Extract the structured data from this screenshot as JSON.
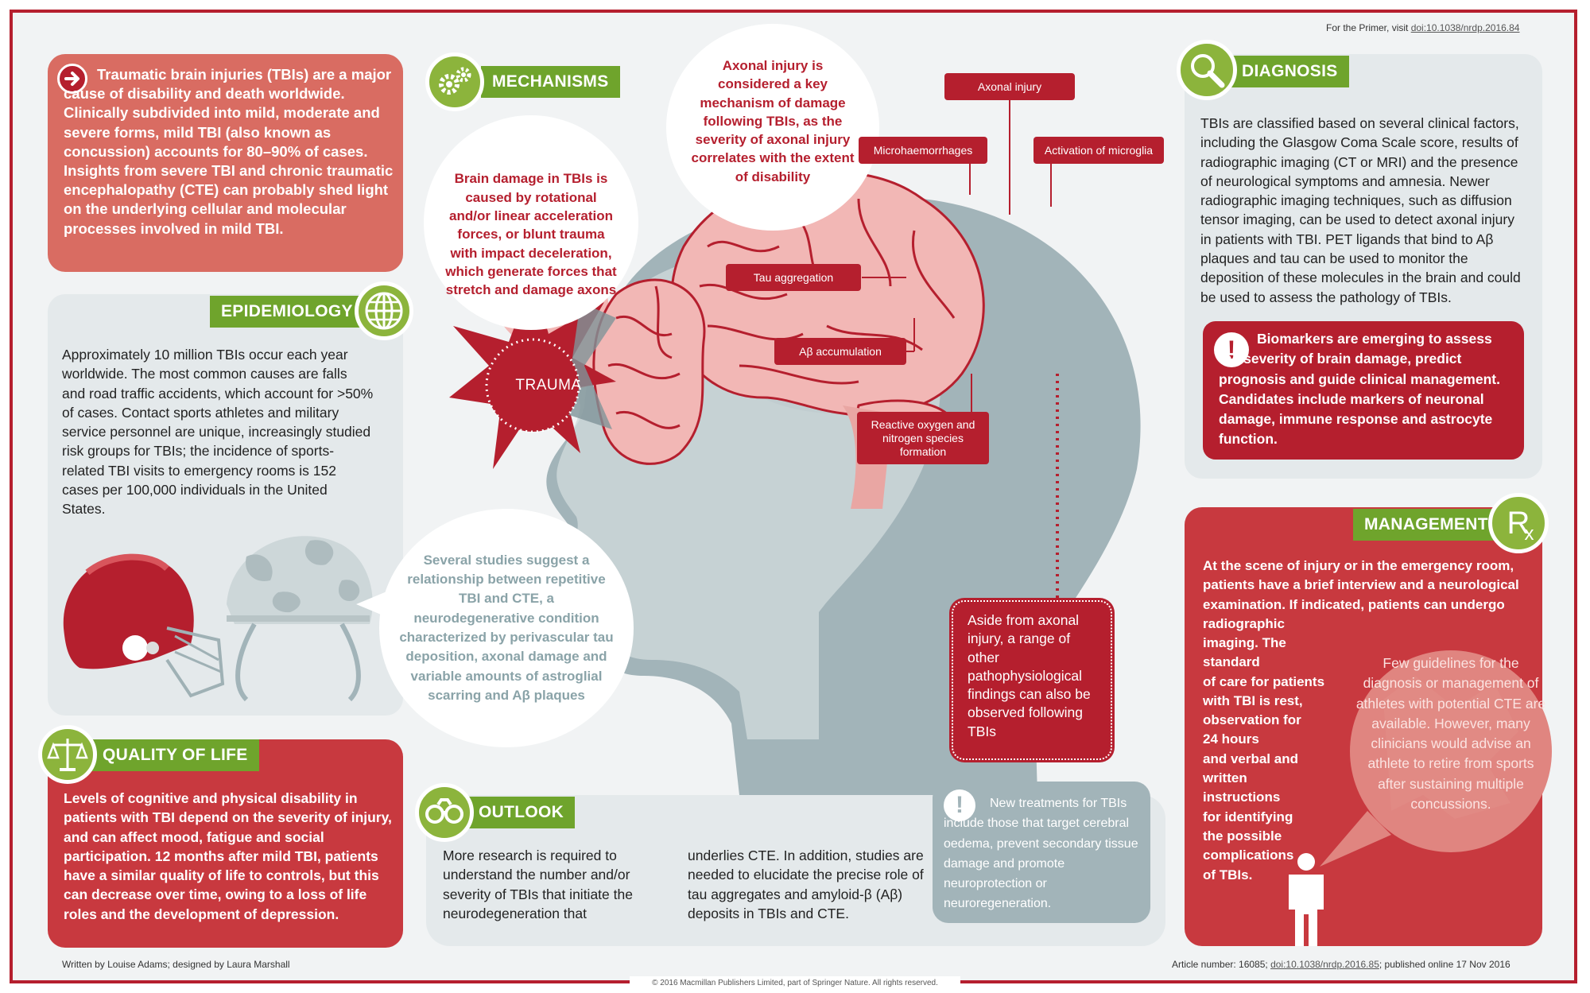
{
  "primer_link": {
    "prefix": "For the Primer, visit ",
    "link": "doi:10.1038/nrdp.2016.84"
  },
  "intro": {
    "text": "Traumatic brain injuries (TBIs) are a major cause of disability and death worldwide. Clinically subdivided into mild, moderate and severe forms, mild TBI (also known as concussion) accounts for 80–90% of cases. Insights from severe TBI and chronic traumatic encephalopathy (CTE) can probably shed light on the underlying cellular and molecular processes involved in mild TBI."
  },
  "epidemiology": {
    "title": "EPIDEMIOLOGY",
    "text": "Approximately 10 million TBIs occur each year worldwide. The most common causes are falls and road traffic accidents, which account for >50% of cases. Contact sports athletes and military service personnel are unique, increasingly studied risk groups for TBIs; the incidence of sports-related TBI visits to emergency rooms is 152 cases per 100,000 individuals in the United States."
  },
  "quality": {
    "title": "QUALITY OF LIFE",
    "text": "Levels of cognitive and physical disability in patients with TBI depend on the severity of injury, and can affect mood, fatigue and social participation. 12 months after mild TBI, patients have a similar quality of life to controls, but this can decrease over time, owing to a loss of life roles and the development of depression."
  },
  "mechanisms": {
    "title": "MECHANISMS",
    "bubble1": "Brain damage in TBIs is caused by rotational and/or linear acceleration forces, or blunt trauma with impact deceleration, which generate forces that stretch and damage axons",
    "bubble2": "Axonal injury is considered a key mechanism of damage following TBIs, as the severity of axonal injury correlates with the extent of disability",
    "trauma": "TRAUMA",
    "cte_bubble": "Several studies suggest a relationship between repetitive TBI and CTE, a neurodegenerative condition characterized by perivascular tau deposition, axonal damage and variable amounts of astroglial scarring and Aβ plaques",
    "callouts": {
      "axonal": "Axonal injury",
      "microhaem": "Microhaemorrhages",
      "microglia": "Activation of microglia",
      "tau": "Tau aggregation",
      "abeta": "Aβ accumulation",
      "ros": "Reactive oxygen and nitrogen species formation"
    },
    "aside": "Aside from axonal injury, a range of other pathophysiological findings can also be observed following TBIs"
  },
  "outlook": {
    "title": "OUTLOOK",
    "col1": "More research is required to understand the number and/or severity of TBIs that initiate the neurodegeneration that",
    "col2": "underlies CTE. In addition, studies are needed to elucidate the precise role of tau aggregates and amyloid-β (Aβ) deposits in TBIs and CTE.",
    "note": "New treatments for TBIs include those that target cerebral oedema, prevent secondary tissue damage and promote neuroprotection or neuroregeneration."
  },
  "diagnosis": {
    "title": "DIAGNOSIS",
    "text": "TBIs are classified based on several clinical factors, including the Glasgow Coma Scale score, results of radiographic imaging (CT or MRI) and the presence of neurological symptoms and amnesia. Newer radiographic imaging techniques, such as diffusion tensor imaging, can be used to detect axonal injury in patients with TBI. PET ligands that bind to Aβ plaques and tau can be used to monitor the deposition of these molecules in the brain and could be used to assess the pathology of TBIs.",
    "biomarkers": "Biomarkers are emerging to assess the severity of brain damage, predict prognosis and guide clinical management. Candidates include markers of neuronal damage, immune response and astrocyte function."
  },
  "management": {
    "title": "MANAGEMENT",
    "rx": "R",
    "text_top": "At the scene of injury or in the emergency room, patients have a brief interview and a neurological examination. If indicated, patients can undergo radiographic",
    "text_lines": [
      "imaging. The standard",
      "of care for patients",
      "with TBI is rest,",
      "observation for",
      "24 hours",
      "and verbal and",
      "written",
      "instructions",
      "for identifying",
      "the possible",
      "complications",
      "of TBIs."
    ],
    "bubble": "Few guidelines for the diagnosis or management of athletes with potential CTE are available. However, many clinicians would advise an athlete to retire from sports after sustaining multiple concussions."
  },
  "footer": {
    "credit": "Written by Louise Adams; designed by Laura Marshall",
    "article_prefix": "Article number: 16085; ",
    "article_link": "doi:10.1038/nrdp.2016.85",
    "article_suffix": "; published online 17 Nov 2016",
    "copyright": "© 2016 Macmillan Publishers Limited, part of Springer Nature. All rights reserved."
  },
  "colors": {
    "red": "#b51f2e",
    "green": "#6fa42c",
    "salmon": "#d96c62",
    "grey": "#e4e9eb",
    "head": "#a2b4b9"
  },
  "icons": [
    "arrow-right-icon",
    "gears-icon",
    "globe-icon",
    "scales-icon",
    "binoculars-icon",
    "magnifier-icon",
    "exclamation-icon",
    "rx-icon",
    "person-icon"
  ]
}
